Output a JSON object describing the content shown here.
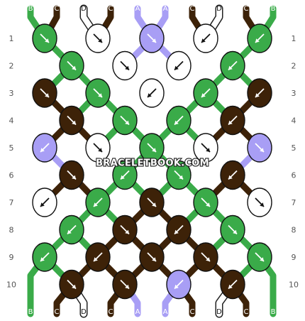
{
  "watermark": "BRACELETBOOK.COM",
  "colors": {
    "B": "#3aab49",
    "C": "#3d2208",
    "D": "#ffffff",
    "A": "#a89ef5"
  },
  "top_strings": [
    "B",
    "C",
    "D",
    "C",
    "A",
    "A",
    "C",
    "D",
    "C",
    "B"
  ],
  "bottom_strings": [
    "B",
    "C",
    "D",
    "C",
    "A",
    "A",
    "C",
    "D",
    "C",
    "B"
  ],
  "row_labels": [
    "1",
    "2",
    "3",
    "4",
    "5",
    "6",
    "7",
    "8",
    "9",
    "10"
  ],
  "rows": [
    [
      {
        "c": "B",
        "d": "se"
      },
      {
        "c": "D",
        "d": "se"
      },
      {
        "c": "A",
        "d": "se"
      },
      {
        "c": "D",
        "d": "sw"
      },
      {
        "c": "B",
        "d": "sw"
      }
    ],
    [
      {
        "c": "B",
        "d": "se"
      },
      {
        "c": "D",
        "d": "se"
      },
      {
        "c": "D",
        "d": "sw"
      },
      {
        "c": "B",
        "d": "sw"
      }
    ],
    [
      {
        "c": "C",
        "d": "se"
      },
      {
        "c": "B",
        "d": "se"
      },
      {
        "c": "D",
        "d": "sw"
      },
      {
        "c": "B",
        "d": "sw"
      },
      {
        "c": "C",
        "d": "sw"
      }
    ],
    [
      {
        "c": "C",
        "d": "se"
      },
      {
        "c": "B",
        "d": "se"
      },
      {
        "c": "B",
        "d": "sw"
      },
      {
        "c": "C",
        "d": "sw"
      }
    ],
    [
      {
        "c": "A",
        "d": "sw"
      },
      {
        "c": "D",
        "d": "se"
      },
      {
        "c": "B",
        "d": "se"
      },
      {
        "c": "D",
        "d": "se"
      },
      {
        "c": "A",
        "d": "se"
      }
    ],
    [
      {
        "c": "C",
        "d": "se"
      },
      {
        "c": "B",
        "d": "sw"
      },
      {
        "c": "B",
        "d": "se"
      },
      {
        "c": "C",
        "d": "sw"
      }
    ],
    [
      {
        "c": "D",
        "d": "sw"
      },
      {
        "c": "B",
        "d": "sw"
      },
      {
        "c": "C",
        "d": "se"
      },
      {
        "c": "B",
        "d": "se"
      },
      {
        "c": "D",
        "d": "se"
      }
    ],
    [
      {
        "c": "B",
        "d": "sw"
      },
      {
        "c": "C",
        "d": "se"
      },
      {
        "c": "C",
        "d": "sw"
      },
      {
        "c": "B",
        "d": "se"
      }
    ],
    [
      {
        "c": "B",
        "d": "sw"
      },
      {
        "c": "C",
        "d": "sw"
      },
      {
        "c": "C",
        "d": "se"
      },
      {
        "c": "C",
        "d": "se"
      },
      {
        "c": "B",
        "d": "se"
      }
    ],
    [
      {
        "c": "C",
        "d": "se"
      },
      {
        "c": "C",
        "d": "se"
      },
      {
        "c": "A",
        "d": "sw"
      },
      {
        "c": "C",
        "d": "sw"
      }
    ]
  ]
}
